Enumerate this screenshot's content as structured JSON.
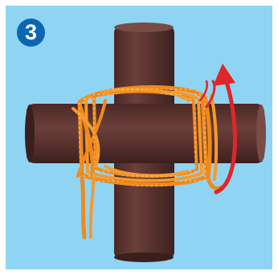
{
  "step": {
    "number": "3"
  },
  "colors": {
    "background": "#8fd4f3",
    "badge": "#0c66b1",
    "pole": "#5b3330",
    "rope": "#f08a1c",
    "arrow": "#e0262a"
  },
  "illustration": {
    "subject": "square lashing",
    "icons": [
      "vertical-pole",
      "horizontal-pole",
      "rope-wraps",
      "direction-arrow"
    ]
  }
}
